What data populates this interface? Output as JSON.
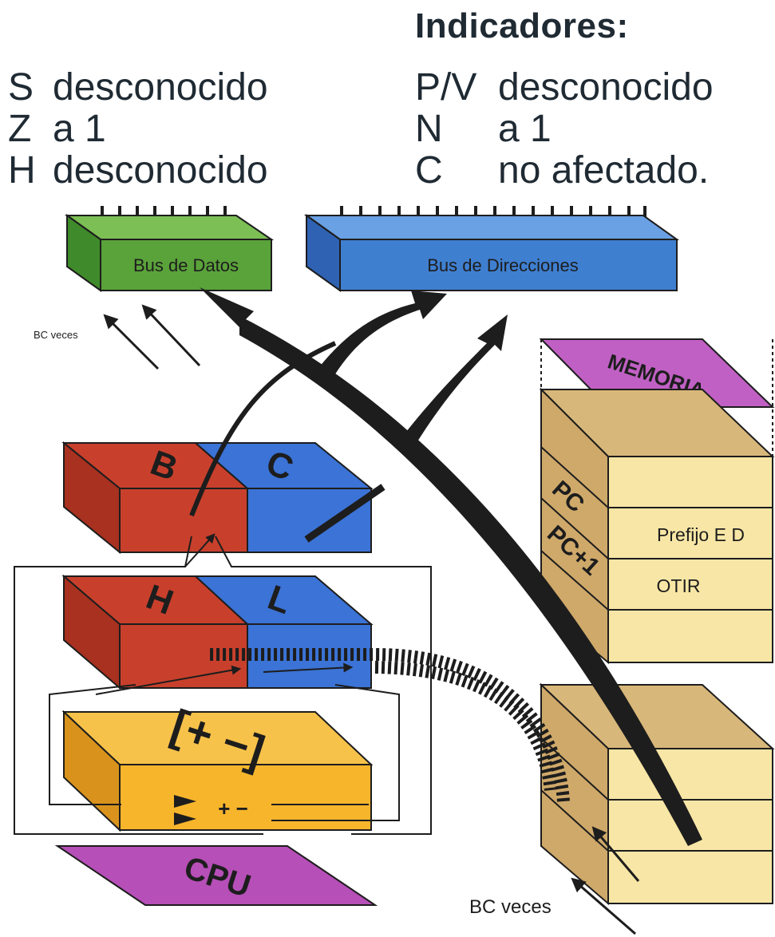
{
  "flags": {
    "title": "Indicadores:",
    "left": [
      {
        "flag": "S",
        "status": "desconocido"
      },
      {
        "flag": "Z",
        "status": "a 1"
      },
      {
        "flag": "H",
        "status": "desconocido"
      }
    ],
    "right": [
      {
        "flag": "P/V",
        "status": "desconocido"
      },
      {
        "flag": "N",
        "status": "a 1"
      },
      {
        "flag": "C",
        "status": "no afectado."
      }
    ]
  },
  "buses": {
    "data_bus": "Bus de Datos",
    "address_bus": "Bus de Direcciones"
  },
  "cpu": {
    "reg_b": "B",
    "reg_c": "C",
    "reg_h": "H",
    "reg_l": "L",
    "alu_symbol": "[+ −]",
    "alu_ops": "+ −",
    "label": "CPU"
  },
  "memory": {
    "title": "MEMORIA",
    "pc": "PC",
    "pc_plus1": "PC+1",
    "cell_prefix": "Prefijo E D",
    "cell_opcode": "OTIR"
  },
  "annotations": {
    "bc_times_top": "BC veces",
    "bc_times_bottom": "BC veces"
  },
  "colors": {
    "data_bus": "#5aa23a",
    "address_bus": "#3f7fd0",
    "reg_red": "#c8402c",
    "reg_blue": "#3b73d6",
    "alu_yellow": "#f7b52c",
    "cpu_purple": "#b64fb8",
    "memory_tan": "#cfa96a",
    "memory_cream": "#f8e6a6"
  }
}
